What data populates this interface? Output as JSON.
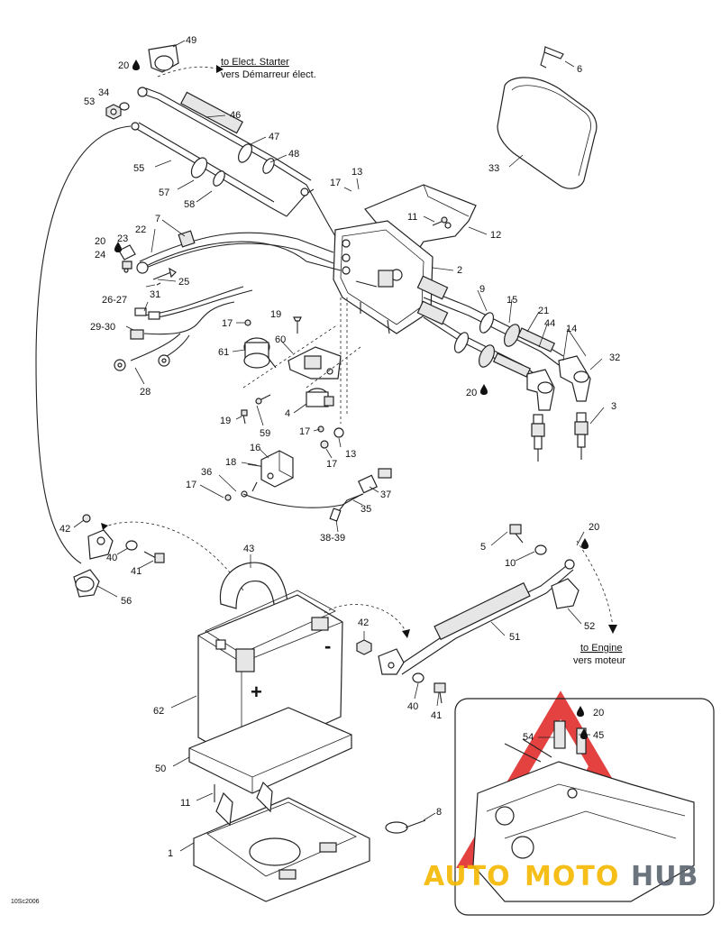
{
  "diagram": {
    "callouts": [
      {
        "id": "c49",
        "text": "49"
      },
      {
        "id": "c20a",
        "text": "20"
      },
      {
        "id": "c34",
        "text": "34"
      },
      {
        "id": "c53",
        "text": "53"
      },
      {
        "id": "c46",
        "text": "46"
      },
      {
        "id": "c47",
        "text": "47"
      },
      {
        "id": "c48",
        "text": "48"
      },
      {
        "id": "c55",
        "text": "55"
      },
      {
        "id": "c57",
        "text": "57"
      },
      {
        "id": "c58",
        "text": "58"
      },
      {
        "id": "c6",
        "text": "6"
      },
      {
        "id": "c33",
        "text": "33"
      },
      {
        "id": "c13a",
        "text": "13"
      },
      {
        "id": "c17a",
        "text": "17"
      },
      {
        "id": "c11a",
        "text": "11"
      },
      {
        "id": "c12",
        "text": "12"
      },
      {
        "id": "c7",
        "text": "7"
      },
      {
        "id": "c22",
        "text": "22"
      },
      {
        "id": "c20b",
        "text": "20"
      },
      {
        "id": "c23",
        "text": "23"
      },
      {
        "id": "c24",
        "text": "24"
      },
      {
        "id": "c25",
        "text": "25"
      },
      {
        "id": "c31",
        "text": "31"
      },
      {
        "id": "c2",
        "text": "2"
      },
      {
        "id": "c9",
        "text": "9"
      },
      {
        "id": "c15",
        "text": "15"
      },
      {
        "id": "c21",
        "text": "21"
      },
      {
        "id": "c44",
        "text": "44"
      },
      {
        "id": "c14",
        "text": "14"
      },
      {
        "id": "c32",
        "text": "32"
      },
      {
        "id": "c26",
        "text": "26-27"
      },
      {
        "id": "c17b",
        "text": "17"
      },
      {
        "id": "c19a",
        "text": "19"
      },
      {
        "id": "c29",
        "text": "29-30"
      },
      {
        "id": "c60",
        "text": "60"
      },
      {
        "id": "c61",
        "text": "61"
      },
      {
        "id": "c28",
        "text": "28"
      },
      {
        "id": "c20c",
        "text": "20"
      },
      {
        "id": "c3",
        "text": "3"
      },
      {
        "id": "c4",
        "text": "4"
      },
      {
        "id": "c19b",
        "text": "19"
      },
      {
        "id": "c59",
        "text": "59"
      },
      {
        "id": "c17c",
        "text": "17"
      },
      {
        "id": "c13b",
        "text": "13"
      },
      {
        "id": "c17d",
        "text": "17"
      },
      {
        "id": "c16",
        "text": "16"
      },
      {
        "id": "c18",
        "text": "18"
      },
      {
        "id": "c36",
        "text": "36"
      },
      {
        "id": "c17e",
        "text": "17"
      },
      {
        "id": "c37",
        "text": "37"
      },
      {
        "id": "c35",
        "text": "35"
      },
      {
        "id": "c38",
        "text": "38-39"
      },
      {
        "id": "c42a",
        "text": "42"
      },
      {
        "id": "c40a",
        "text": "40"
      },
      {
        "id": "c41a",
        "text": "41"
      },
      {
        "id": "c56",
        "text": "56"
      },
      {
        "id": "c43",
        "text": "43"
      },
      {
        "id": "c5",
        "text": "5"
      },
      {
        "id": "c10",
        "text": "10"
      },
      {
        "id": "c20d",
        "text": "20"
      },
      {
        "id": "c52",
        "text": "52"
      },
      {
        "id": "c51",
        "text": "51"
      },
      {
        "id": "c42b",
        "text": "42"
      },
      {
        "id": "c40b",
        "text": "40"
      },
      {
        "id": "c41b",
        "text": "41"
      },
      {
        "id": "c62",
        "text": "62"
      },
      {
        "id": "c50",
        "text": "50"
      },
      {
        "id": "c11b",
        "text": "11"
      },
      {
        "id": "c1",
        "text": "1"
      },
      {
        "id": "c8",
        "text": "8"
      },
      {
        "id": "c20e",
        "text": "20"
      },
      {
        "id": "c54",
        "text": "54"
      },
      {
        "id": "c45",
        "text": "45"
      }
    ],
    "notes": {
      "starter_en": "to Elect. Starter",
      "starter_fr": "vers Démarreur élect.",
      "engine_en": "to Engine",
      "engine_fr": "vers moteur"
    },
    "battery_plus": "+",
    "battery_minus": "-",
    "ref_code": "10Sc2006"
  },
  "watermark": {
    "part1": "AUTO",
    "part2": "MOTO",
    "part3": "HUB",
    "color_main": "#f5b800",
    "color_dark": "#5c6470",
    "color_triangle": "#e02020"
  }
}
